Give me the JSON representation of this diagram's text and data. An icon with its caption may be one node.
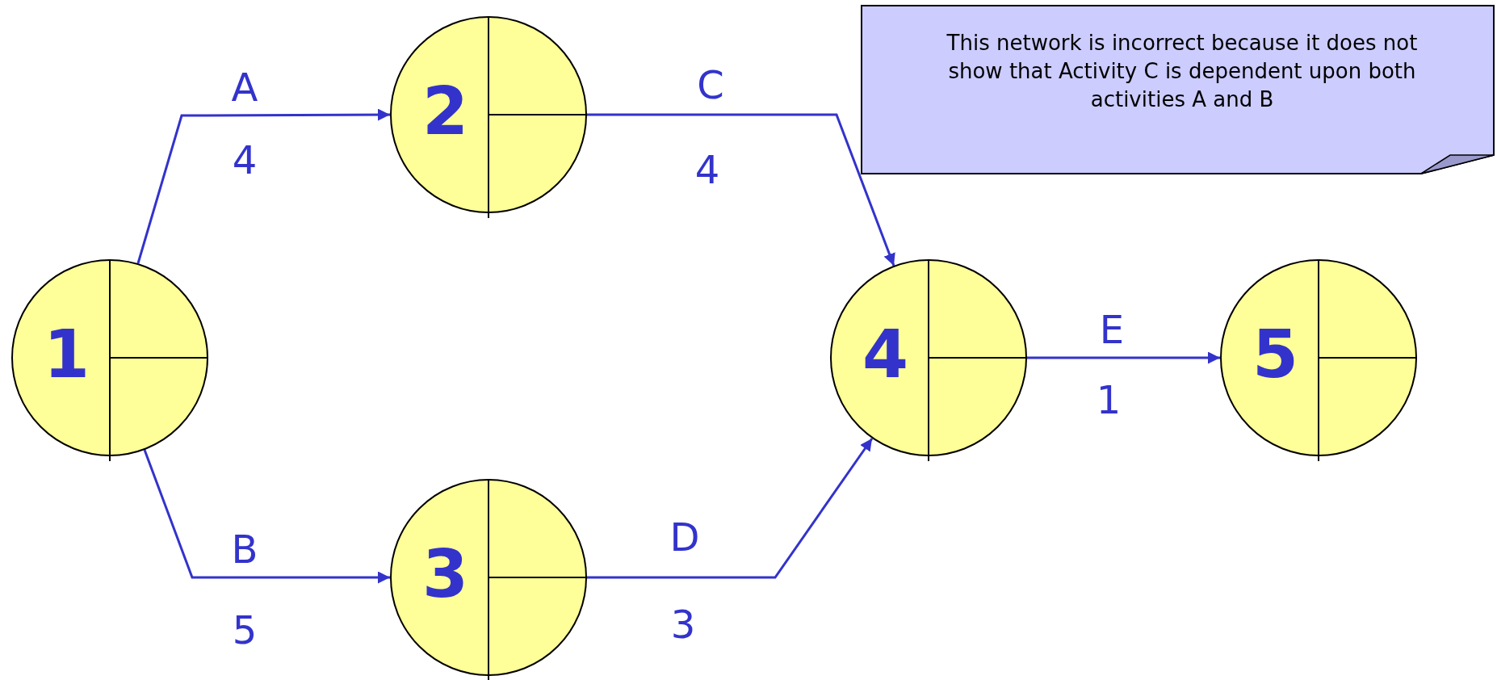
{
  "diagram": {
    "nodes": [
      {
        "text": [
          "1"
        ]
      },
      {
        "text": [
          "2"
        ]
      },
      {
        "text": [
          "3"
        ]
      },
      {
        "text": [
          "4"
        ]
      },
      {
        "text": [
          "5"
        ]
      },
      {
        "text": [
          "This network is incorrect because it does not show that Activity C is dependent upon both activities A and B"
        ]
      }
    ],
    "edges": [
      {
        "from": 0,
        "to": 1,
        "arrow": "to",
        "label": "A"
      },
      {
        "from": 0,
        "to": 2,
        "arrow": "to",
        "label": "B"
      },
      {
        "from": 1,
        "to": 3,
        "arrow": "to",
        "label": "C"
      },
      {
        "from": 2,
        "to": 3,
        "arrow": "to",
        "label": "D"
      },
      {
        "from": 3,
        "to": 4,
        "arrow": "to",
        "label": "E"
      }
    ],
    "labels": [
      "4",
      "5",
      "4",
      "3",
      "1"
    ]
  }
}
